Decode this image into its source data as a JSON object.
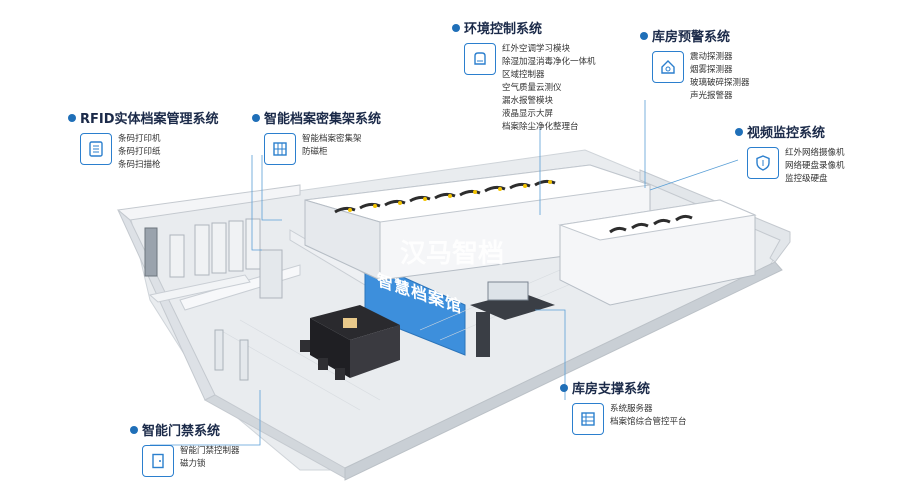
{
  "watermark": "汉马智档",
  "room_sign": "智慧档案馆",
  "systems": {
    "rfid": {
      "title": "RFID实体档案管理系统",
      "icon": "document-list-icon",
      "items": [
        "条码打印机",
        "条码打印纸",
        "条码扫描枪"
      ]
    },
    "shelving": {
      "title": "智能档案密集架系统",
      "icon": "grid-cabinet-icon",
      "items": [
        "智能档案密集架",
        "防磁柜"
      ]
    },
    "environment": {
      "title": "环境控制系统",
      "icon": "air-purifier-icon",
      "items": [
        "红外空调学习模块",
        "除湿加湿消毒净化一体机",
        "区域控制器",
        "空气质量云测仪",
        "漏水报警模块",
        "液晶显示大屏",
        "档案除尘净化整理台"
      ]
    },
    "alarm": {
      "title": "库房预警系统",
      "icon": "house-alarm-icon",
      "items": [
        "震动探测器",
        "烟雾探测器",
        "玻璃破碎探测器",
        "声光报警器"
      ]
    },
    "video": {
      "title": "视频监控系统",
      "icon": "shield-icon",
      "items": [
        "红外网络摄像机",
        "网络硬盘录像机",
        "监控级硬盘"
      ]
    },
    "support": {
      "title": "库房支撑系统",
      "icon": "server-rack-icon",
      "items": [
        "系统服务器",
        "档案馆综合管控平台"
      ]
    },
    "access": {
      "title": "智能门禁系统",
      "icon": "door-lock-icon",
      "items": [
        "智能门禁控制器",
        "磁力锁"
      ]
    }
  },
  "colors": {
    "accent": "#2b7fce",
    "title": "#1b2a49",
    "line": "#5a9fd6"
  }
}
